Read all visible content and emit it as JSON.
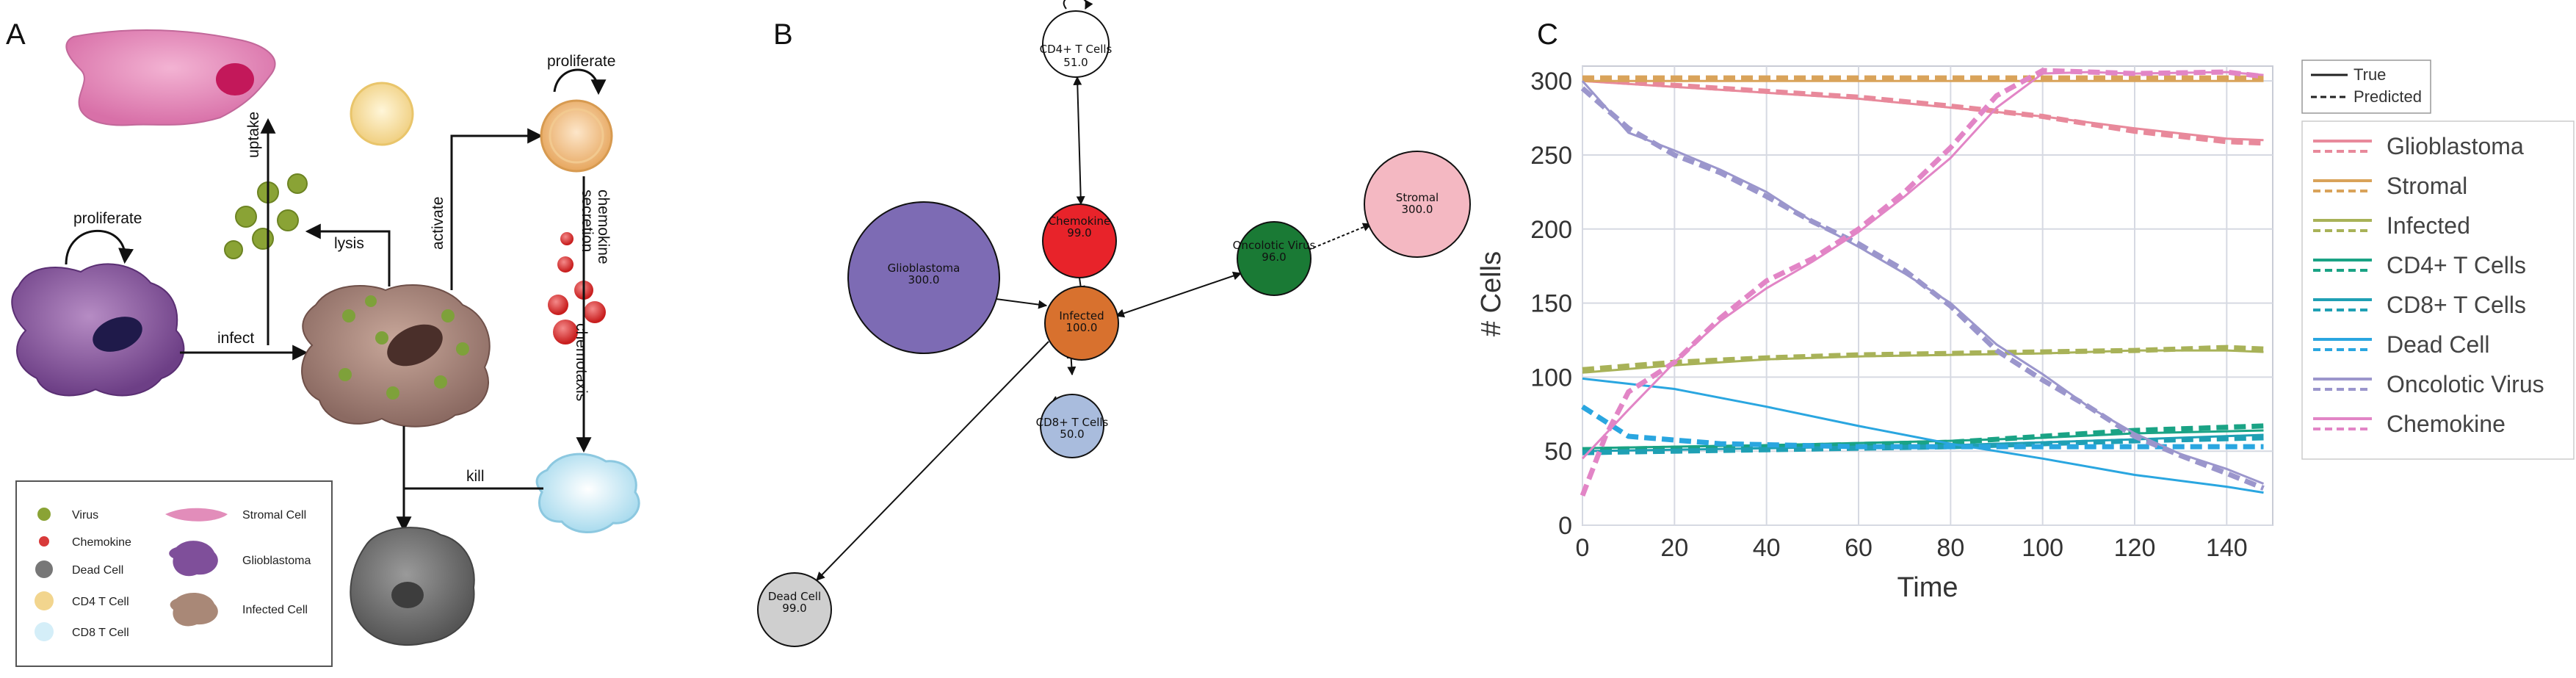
{
  "panels": {
    "a": {
      "letter": "A",
      "labels": {
        "proliferate_left": "proliferate",
        "proliferate_right": "proliferate",
        "infect": "infect",
        "lysis": "lysis",
        "uptake": "uptake",
        "activate": "activate",
        "chemokine_secretion_1": "chemokine",
        "chemokine_secretion_2": "secretion",
        "chemotaxis": "chemotaxis",
        "kill": "kill"
      },
      "legend": {
        "virus": "Virus",
        "chemokine": "Chemokine",
        "dead_cell": "Dead Cell",
        "cd4": "CD4 T Cell",
        "cd8": "CD8 T Cell",
        "stromal": "Stromal Cell",
        "glioblastoma": "Glioblastoma",
        "infected": "Infected Cell"
      }
    },
    "b": {
      "letter": "B",
      "nodes": [
        {
          "name": "CD4+ T Cells",
          "value": "51.0",
          "color": "#ffffff"
        },
        {
          "name": "Chemokine",
          "value": "99.0",
          "color": "#e8232a"
        },
        {
          "name": "Glioblastoma",
          "value": "300.0",
          "color": "#7d6bb4"
        },
        {
          "name": "Oncolotic Virus",
          "value": "96.0",
          "color": "#1a7a35"
        },
        {
          "name": "Stromal",
          "value": "300.0",
          "color": "#f4b8c2"
        },
        {
          "name": "Infected",
          "value": "100.0",
          "color": "#d8712e"
        },
        {
          "name": "CD8+ T Cells",
          "value": "50.0",
          "color": "#a9bcdd"
        },
        {
          "name": "Dead Cell",
          "value": "99.0",
          "color": "#cfcfcf"
        }
      ]
    },
    "c": {
      "letter": "C",
      "legend_style": {
        "true_label": "True",
        "predicted_label": "Predicted"
      }
    }
  },
  "chart_data": {
    "type": "line",
    "xlabel": "Time",
    "ylabel": "# Cells",
    "xlim": [
      0,
      150
    ],
    "ylim": [
      0,
      310
    ],
    "xticks": [
      0,
      20,
      40,
      60,
      80,
      100,
      120,
      140
    ],
    "yticks": [
      0,
      50,
      100,
      150,
      200,
      250,
      300
    ],
    "grid": true,
    "legend_position": "right",
    "series": [
      {
        "name": "Glioblastoma",
        "color": "#e8899b",
        "true": [
          [
            0,
            300
          ],
          [
            20,
            296
          ],
          [
            40,
            292
          ],
          [
            60,
            288
          ],
          [
            80,
            282
          ],
          [
            100,
            276
          ],
          [
            120,
            268
          ],
          [
            140,
            261
          ],
          [
            148,
            260
          ]
        ],
        "predicted": [
          [
            0,
            301
          ],
          [
            20,
            297
          ],
          [
            40,
            293
          ],
          [
            60,
            289
          ],
          [
            80,
            283
          ],
          [
            100,
            276
          ],
          [
            120,
            266
          ],
          [
            140,
            259
          ],
          [
            148,
            258
          ]
        ]
      },
      {
        "name": "Stromal",
        "color": "#d9a35a",
        "true": [
          [
            0,
            300
          ],
          [
            50,
            300
          ],
          [
            100,
            300
          ],
          [
            148,
            300
          ]
        ],
        "predicted": [
          [
            0,
            302
          ],
          [
            50,
            302
          ],
          [
            100,
            302
          ],
          [
            148,
            302
          ]
        ]
      },
      {
        "name": "Infected",
        "color": "#a8b258",
        "true": [
          [
            0,
            103
          ],
          [
            20,
            108
          ],
          [
            40,
            112
          ],
          [
            60,
            114
          ],
          [
            80,
            115
          ],
          [
            100,
            116
          ],
          [
            120,
            118
          ],
          [
            140,
            118
          ],
          [
            148,
            117
          ]
        ],
        "predicted": [
          [
            0,
            105
          ],
          [
            20,
            110
          ],
          [
            40,
            113
          ],
          [
            60,
            115
          ],
          [
            80,
            116
          ],
          [
            100,
            117
          ],
          [
            120,
            118
          ],
          [
            140,
            120
          ],
          [
            148,
            119
          ]
        ]
      },
      {
        "name": "CD4+ T Cells",
        "color": "#1aa385",
        "true": [
          [
            0,
            52
          ],
          [
            40,
            54
          ],
          [
            80,
            57
          ],
          [
            100,
            59
          ],
          [
            120,
            62
          ],
          [
            148,
            64
          ]
        ],
        "predicted": [
          [
            0,
            51
          ],
          [
            40,
            53
          ],
          [
            80,
            56
          ],
          [
            100,
            60
          ],
          [
            120,
            64
          ],
          [
            148,
            67
          ]
        ]
      },
      {
        "name": "CD8+ T Cells",
        "color": "#1fa0b4",
        "true": [
          [
            0,
            50
          ],
          [
            40,
            52
          ],
          [
            80,
            54
          ],
          [
            100,
            56
          ],
          [
            120,
            58
          ],
          [
            148,
            61
          ]
        ],
        "predicted": [
          [
            0,
            49
          ],
          [
            40,
            51
          ],
          [
            80,
            53
          ],
          [
            100,
            55
          ],
          [
            120,
            57
          ],
          [
            148,
            59
          ]
        ]
      },
      {
        "name": "Dead Cell",
        "color": "#2aa6e0",
        "true": [
          [
            0,
            99
          ],
          [
            20,
            92
          ],
          [
            40,
            80
          ],
          [
            60,
            67
          ],
          [
            80,
            55
          ],
          [
            100,
            45
          ],
          [
            120,
            34
          ],
          [
            140,
            26
          ],
          [
            148,
            22
          ]
        ],
        "predicted": [
          [
            0,
            80
          ],
          [
            10,
            60
          ],
          [
            30,
            55
          ],
          [
            60,
            53
          ],
          [
            90,
            53
          ],
          [
            120,
            53
          ],
          [
            148,
            53
          ]
        ]
      },
      {
        "name": "Oncolotic Virus",
        "color": "#9b96cc",
        "true": [
          [
            0,
            300
          ],
          [
            10,
            265
          ],
          [
            20,
            253
          ],
          [
            30,
            240
          ],
          [
            40,
            225
          ],
          [
            50,
            205
          ],
          [
            60,
            188
          ],
          [
            70,
            170
          ],
          [
            80,
            150
          ],
          [
            90,
            122
          ],
          [
            100,
            102
          ],
          [
            110,
            80
          ],
          [
            120,
            62
          ],
          [
            130,
            48
          ],
          [
            140,
            38
          ],
          [
            148,
            28
          ]
        ],
        "predicted": [
          [
            0,
            295
          ],
          [
            10,
            268
          ],
          [
            20,
            250
          ],
          [
            30,
            238
          ],
          [
            40,
            222
          ],
          [
            50,
            205
          ],
          [
            60,
            190
          ],
          [
            70,
            172
          ],
          [
            80,
            148
          ],
          [
            90,
            118
          ],
          [
            100,
            98
          ],
          [
            110,
            80
          ],
          [
            120,
            60
          ],
          [
            130,
            47
          ],
          [
            140,
            35
          ],
          [
            148,
            25
          ]
        ]
      },
      {
        "name": "Chemokine",
        "color": "#e285c6",
        "true": [
          [
            0,
            45
          ],
          [
            10,
            78
          ],
          [
            20,
            110
          ],
          [
            30,
            138
          ],
          [
            40,
            160
          ],
          [
            50,
            178
          ],
          [
            60,
            198
          ],
          [
            70,
            222
          ],
          [
            80,
            248
          ],
          [
            90,
            282
          ],
          [
            100,
            305
          ],
          [
            110,
            306
          ],
          [
            120,
            305
          ],
          [
            140,
            306
          ],
          [
            148,
            304
          ]
        ],
        "predicted": [
          [
            0,
            20
          ],
          [
            5,
            60
          ],
          [
            10,
            90
          ],
          [
            20,
            110
          ],
          [
            30,
            140
          ],
          [
            40,
            165
          ],
          [
            50,
            180
          ],
          [
            60,
            200
          ],
          [
            70,
            225
          ],
          [
            80,
            255
          ],
          [
            90,
            290
          ],
          [
            100,
            307
          ],
          [
            120,
            305
          ],
          [
            140,
            306
          ],
          [
            148,
            303
          ]
        ]
      }
    ]
  }
}
